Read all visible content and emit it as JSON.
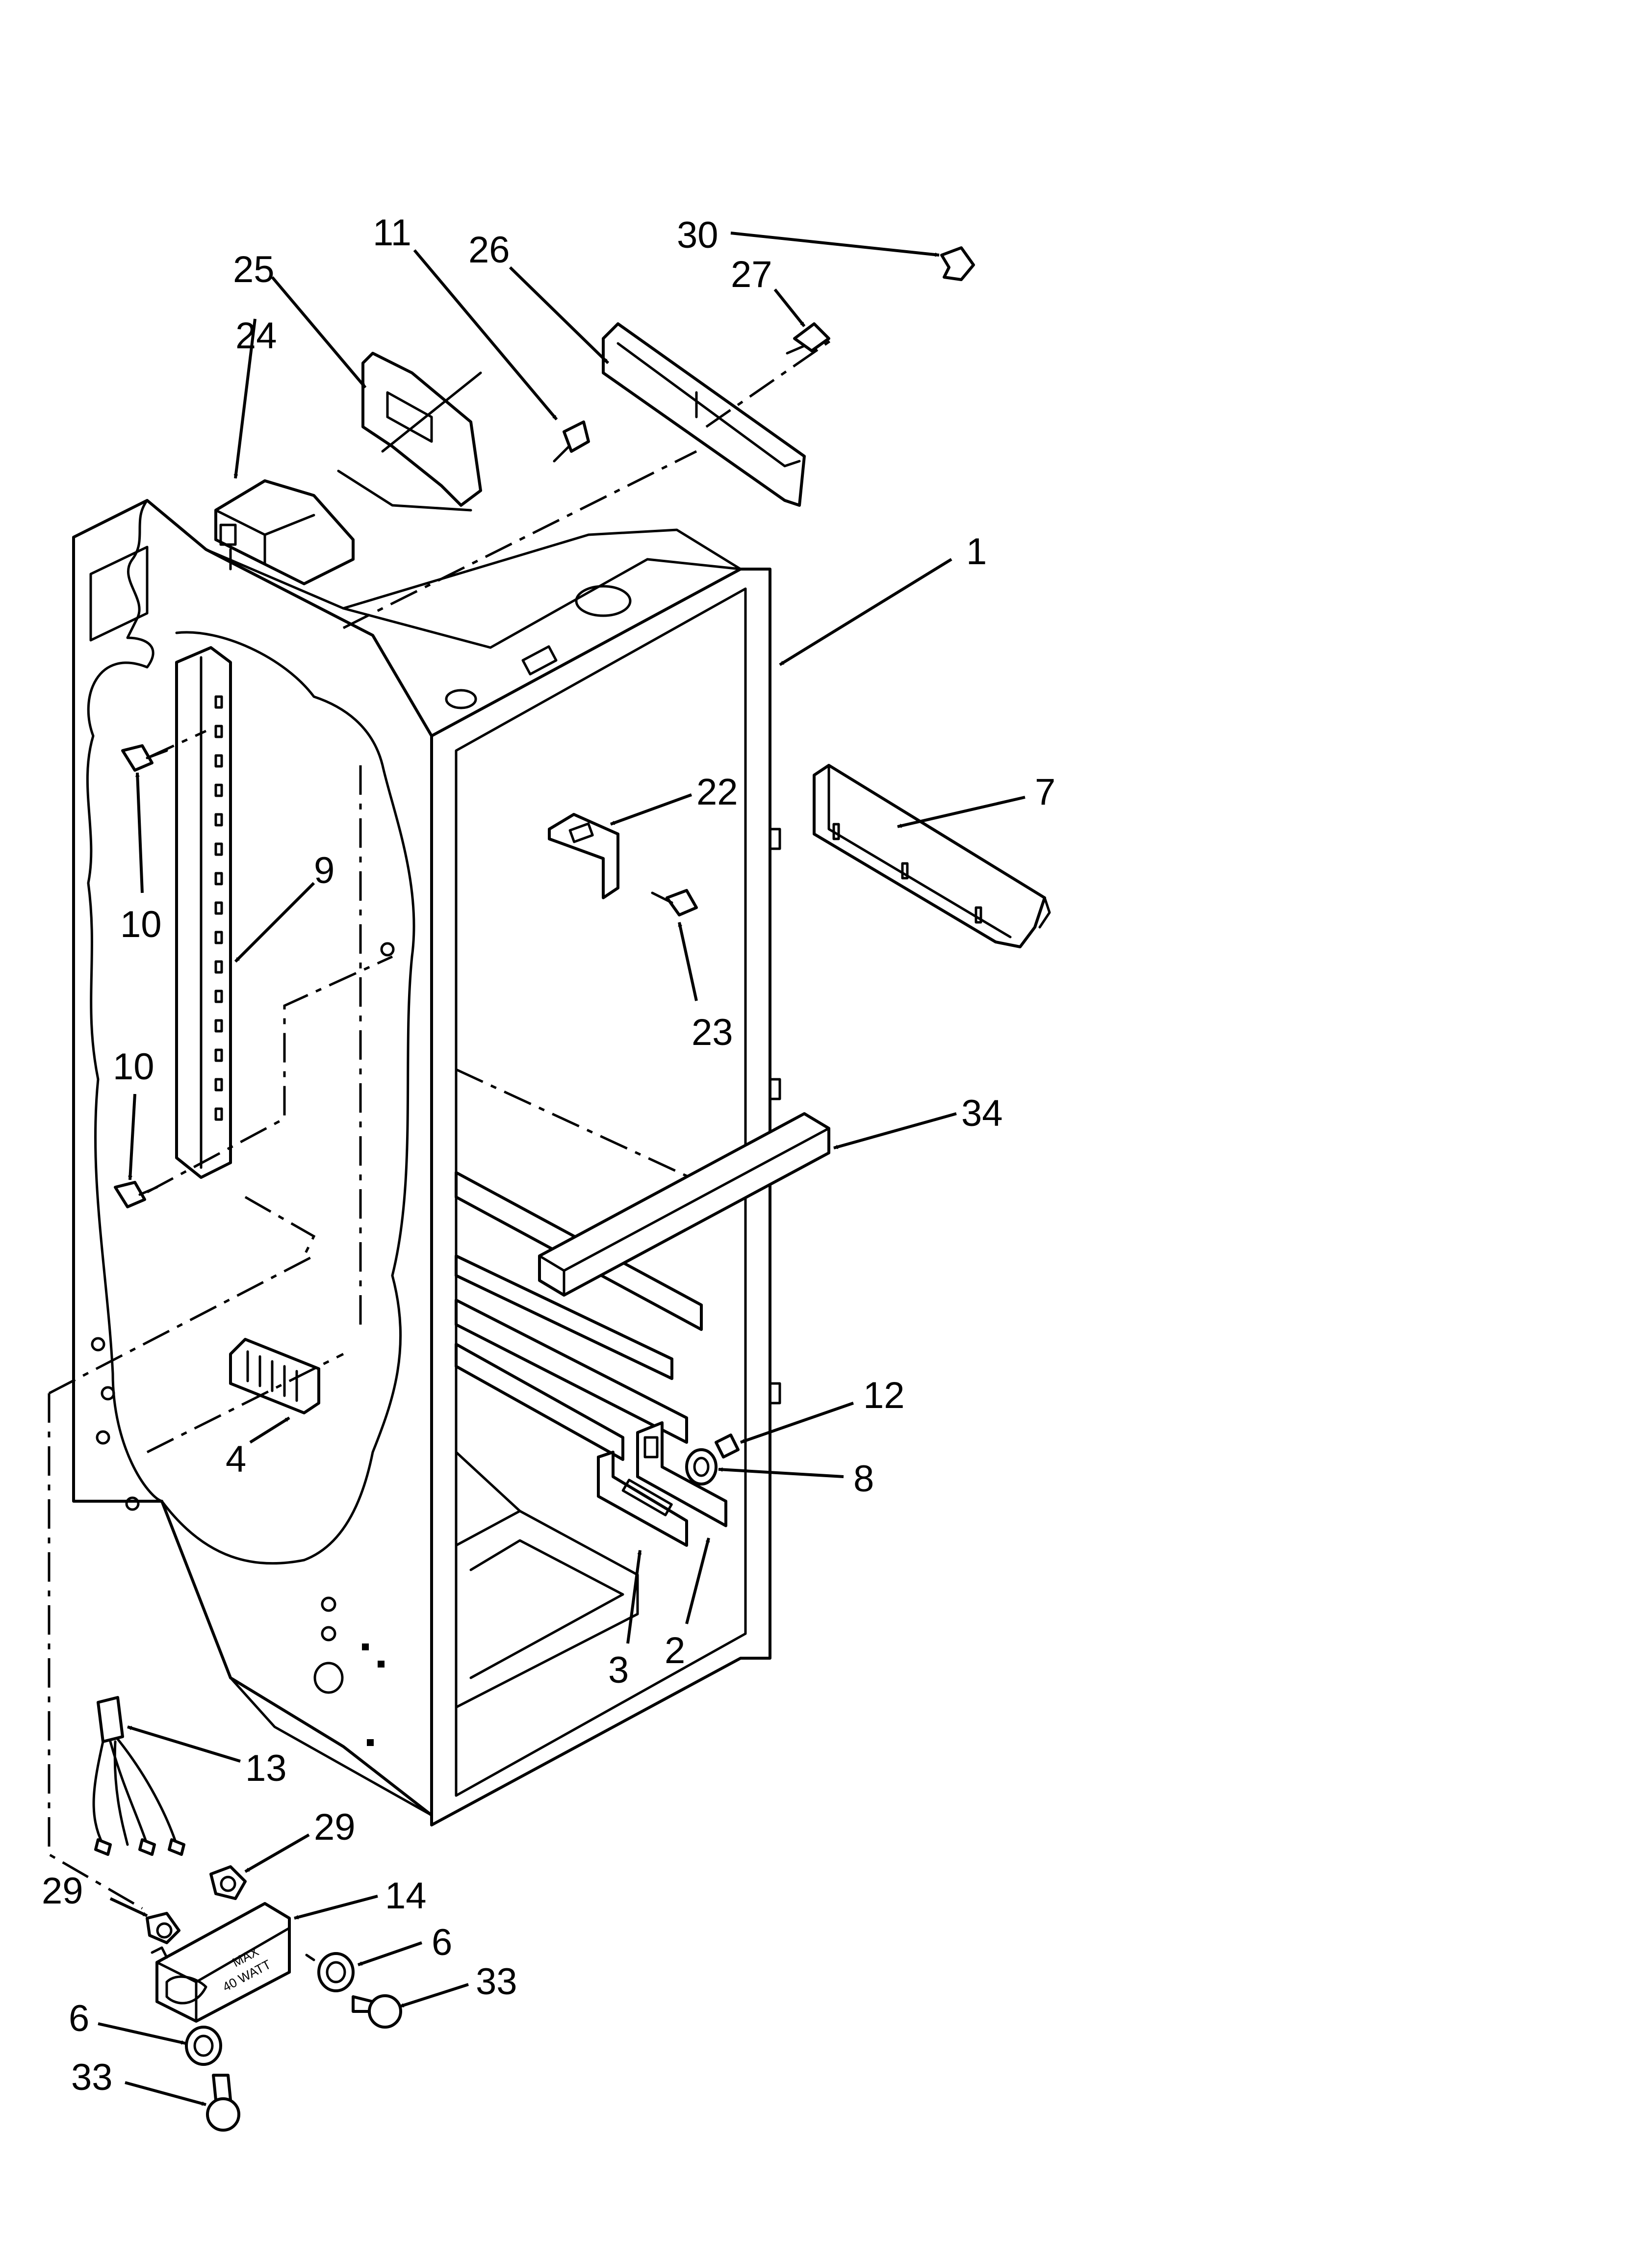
{
  "callouts": {
    "c1": "1",
    "c2": "2",
    "c3": "3",
    "c4": "4",
    "c6a": "6",
    "c6b": "6",
    "c7": "7",
    "c8": "8",
    "c9": "9",
    "c10a": "10",
    "c10b": "10",
    "c11": "11",
    "c12": "12",
    "c13": "13",
    "c14": "14",
    "c22": "22",
    "c23": "23",
    "c24": "24",
    "c25": "25",
    "c26": "26",
    "c27": "27",
    "c29a": "29",
    "c29b": "29",
    "c30": "30",
    "c33a": "33",
    "c33b": "33",
    "c34": "34"
  },
  "housing_label": {
    "line1": "MAX",
    "line2": "40 WATT"
  },
  "colors": {
    "line": "#000000",
    "background": "#ffffff"
  }
}
